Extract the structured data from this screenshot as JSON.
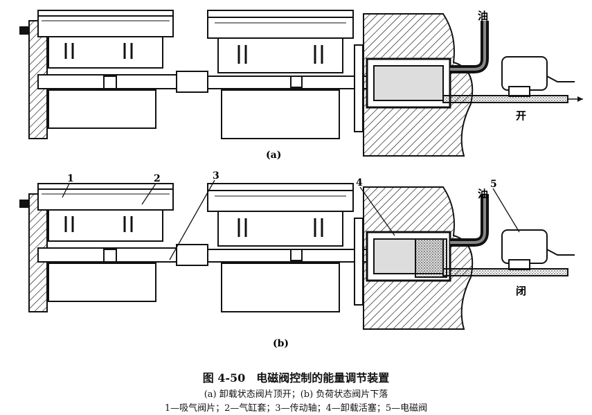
{
  "panels": [
    {
      "id": "a",
      "label": "(a)",
      "oil_label": "油",
      "valve_state": "开"
    },
    {
      "id": "b",
      "label": "(b)",
      "oil_label": "油",
      "valve_state": "闭",
      "part_numbers": [
        "1",
        "2",
        "3",
        "4",
        "5"
      ]
    }
  ],
  "caption": {
    "title": "图 4-50　电磁阀控制的能量调节装置",
    "subtitle": "(a) 卸载状态阀片顶开；(b) 负荷状态阀片下落",
    "legend": "1—吸气阀片；2—气缸套；3—传动轴；4—卸载活塞；5—电磁阀"
  }
}
